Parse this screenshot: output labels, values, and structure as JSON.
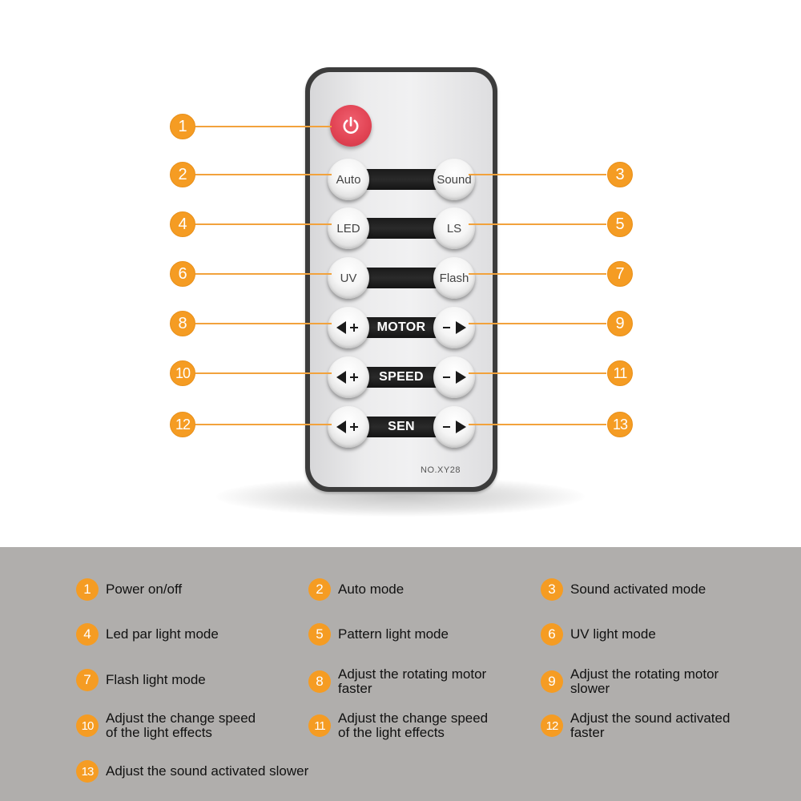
{
  "remote": {
    "model": "NO.XY28",
    "buttons": {
      "auto": "Auto",
      "sound": "Sound",
      "led": "LED",
      "ls": "LS",
      "uv": "UV",
      "flash": "Flash"
    },
    "bars": {
      "motor": "MOTOR",
      "speed": "SPEED",
      "sen": "SEN"
    },
    "callouts": [
      "1",
      "2",
      "3",
      "4",
      "5",
      "6",
      "7",
      "8",
      "9",
      "10",
      "11",
      "12",
      "13"
    ]
  },
  "colors": {
    "accent_orange": "#f59c23",
    "legend_background": "#b0aeac",
    "power_button": "#e24555"
  },
  "legend": {
    "items": [
      {
        "num": "1",
        "text": "Power on/off"
      },
      {
        "num": "2",
        "text": "Auto mode"
      },
      {
        "num": "3",
        "text": "Sound activated mode"
      },
      {
        "num": "4",
        "text": "Led par light mode"
      },
      {
        "num": "5",
        "text": "Pattern light mode"
      },
      {
        "num": "6",
        "text": "UV light mode"
      },
      {
        "num": "7",
        "text": "Flash light mode"
      },
      {
        "num": "8",
        "text": "Adjust the rotating motor\nfaster"
      },
      {
        "num": "9",
        "text": "Adjust the rotating motor\nslower"
      },
      {
        "num": "10",
        "text": "Adjust the change speed\nof the light effects"
      },
      {
        "num": "11",
        "text": "Adjust the change speed\nof the light effects"
      },
      {
        "num": "12",
        "text": "Adjust the sound activated\nfaster"
      },
      {
        "num": "13",
        "text": "Adjust the sound activated slower"
      }
    ]
  }
}
